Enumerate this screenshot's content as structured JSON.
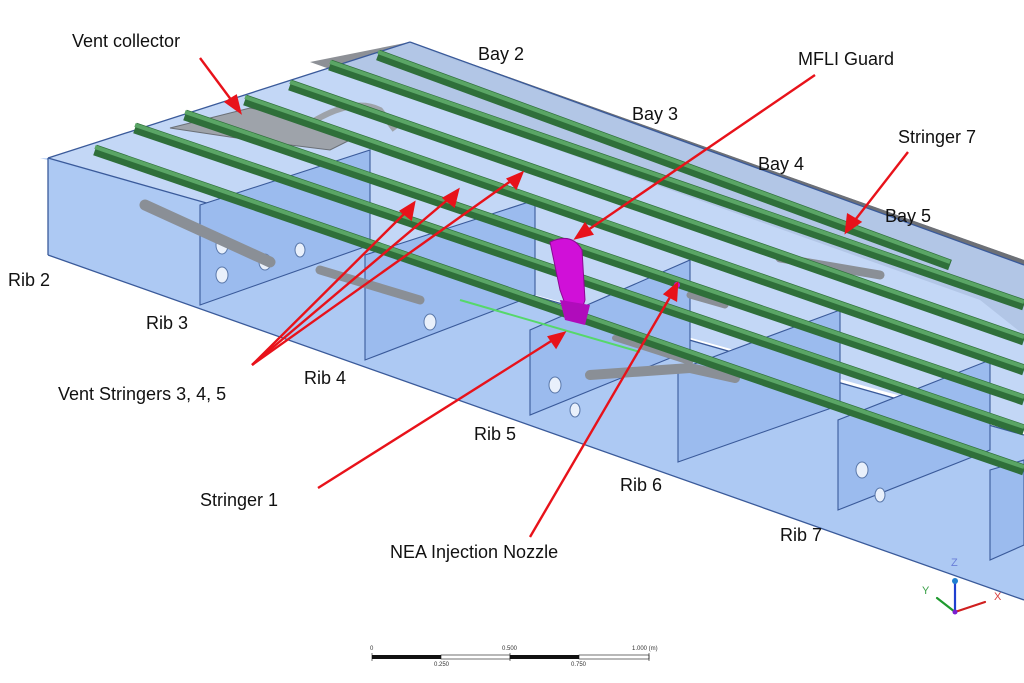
{
  "labels": {
    "vent_collector": "Vent collector",
    "bay2": "Bay 2",
    "bay3": "Bay 3",
    "bay4": "Bay 4",
    "bay5": "Bay 5",
    "mfli_guard": "MFLI Guard",
    "stringer7": "Stringer 7",
    "rib2": "Rib 2",
    "rib3": "Rib 3",
    "rib4": "Rib 4",
    "rib5": "Rib 5",
    "rib6": "Rib 6",
    "rib7": "Rib 7",
    "vent_stringers": "Vent Stringers 3, 4, 5",
    "stringer1": "Stringer 1",
    "nea_nozzle": "NEA Injection Nozzle"
  },
  "scale_bar": {
    "t0": "0",
    "t500": "0.500",
    "t1000": "1.000 (m)",
    "t250": "0.250",
    "t750": "0.750"
  },
  "triad": {
    "x": "X",
    "y": "Y",
    "z": "Z"
  },
  "colors": {
    "box_fill": "#a9c6f2",
    "box_edge": "#3a5a9a",
    "stringer": "#3f8a4a",
    "stringer_dark": "#1f5a2a",
    "callout": "#e8121a",
    "guard": "#d010d8",
    "gray_part": "#8a8f96"
  }
}
